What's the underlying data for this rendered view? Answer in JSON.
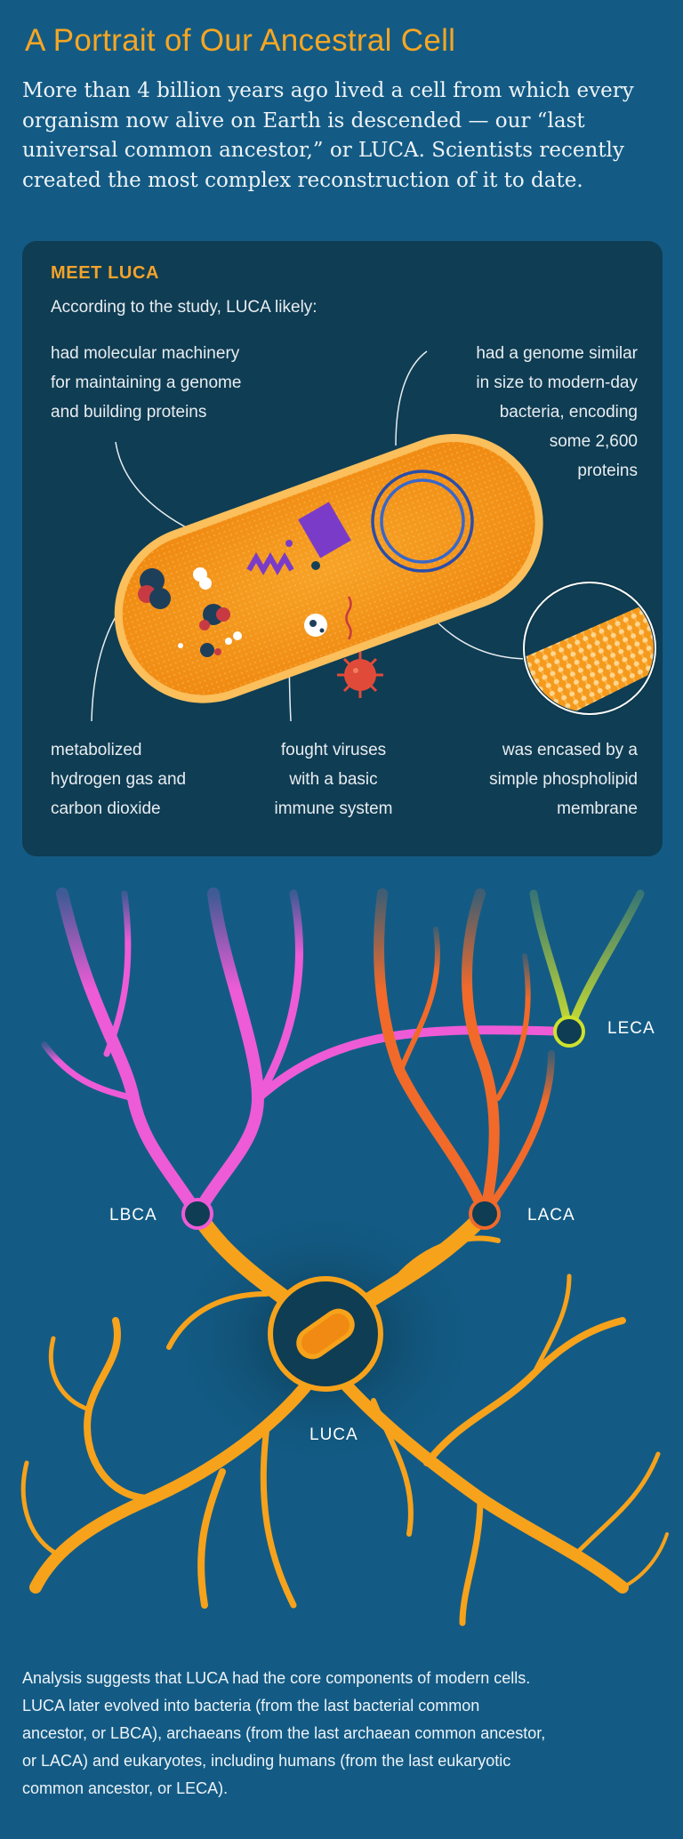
{
  "header": {
    "title": "A Portrait of Our Ancestral Cell",
    "intro": "More than 4 billion years ago lived a cell from which every organism now alive on Earth is descended — our “last universal common ancestor,” or LUCA. Scientists recently created the most complex reconstruction of it to date."
  },
  "card": {
    "label": "MEET LUCA",
    "subtitle": "According to the study, LUCA likely:",
    "callouts": {
      "machinery": [
        "had molecular machinery",
        "for maintaining a genome",
        "and building proteins"
      ],
      "genome": [
        "had a genome similar",
        "in size to modern-day",
        "bacteria, encoding",
        "some 2,600",
        "proteins"
      ],
      "metabolism": [
        "metabolized",
        "hydrogen gas and",
        "carbon dioxide"
      ],
      "immune": [
        "fought viruses",
        "with a basic",
        "immune system"
      ],
      "membrane": [
        "was encased by a",
        "simple phospholipid",
        "membrane"
      ]
    }
  },
  "tree": {
    "nodes": {
      "lbca": "LBCA",
      "laca": "LACA",
      "leca": "LECA",
      "luca": "LUCA"
    },
    "colors": {
      "luca_branch": "#f7a21b",
      "bacteria_branch": "#ee5bd6",
      "archaea_branch": "#f16a2a",
      "eukaryote_branch": "#cde02e",
      "node_fill": "#0f3d53"
    }
  },
  "footer": {
    "lines": [
      "Analysis suggests that LUCA had the core components of modern cells.",
      "LUCA later evolved into bacteria (from the last bacterial common",
      "ancestor, or LBCA), archaeans (from the last archaean common ancestor,",
      "or LACA) and eukaryotes, including humans (from the last eukaryotic",
      "common ancestor, or LECA)."
    ]
  }
}
